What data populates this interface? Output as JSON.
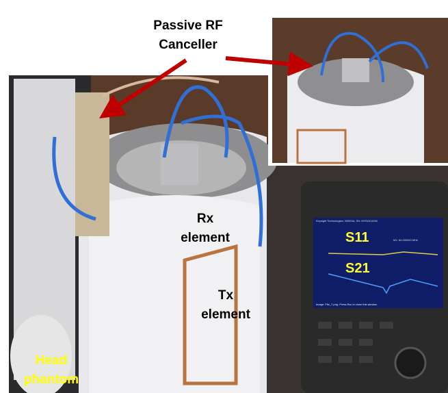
{
  "annotations": {
    "canceller": [
      "Passive RF",
      "Canceller"
    ],
    "rx": [
      "Rx",
      "element"
    ],
    "tx": [
      "Tx",
      "element"
    ],
    "head": [
      "Head",
      "phantom"
    ]
  },
  "analyzer": {
    "trace1": "S11",
    "trace2": "S21",
    "header": "Keysight Technologies: N9923A, SN: MY52411930",
    "marker": "M1: 64.000000 MHz",
    "footer": "Image: File_7.png. Press Esc to close this window."
  },
  "colors": {
    "arrow": "#c00000",
    "label_yellow": "#ffff00",
    "copper": "#b8733f"
  }
}
